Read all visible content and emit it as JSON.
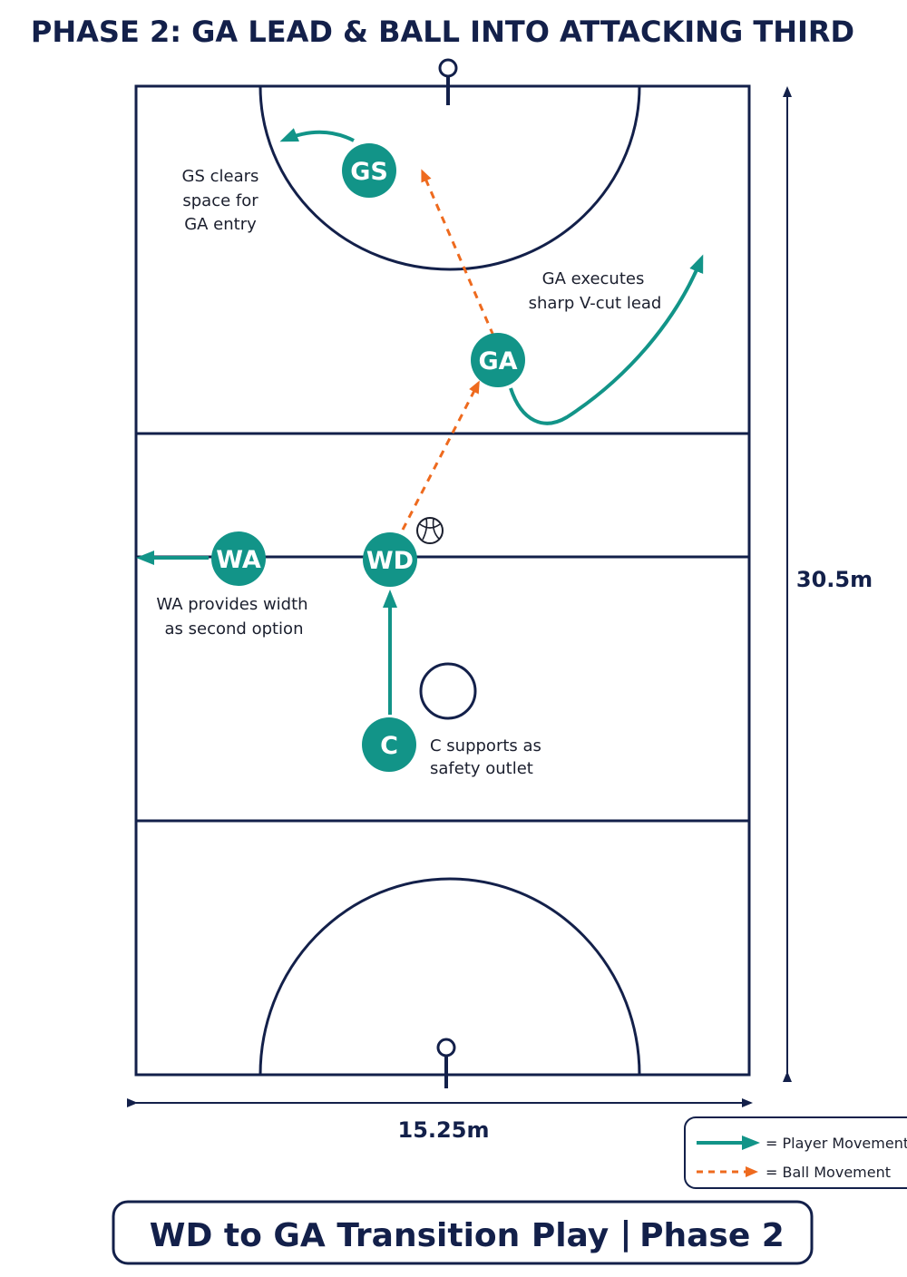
{
  "title": "PHASE 2: GA LEAD & BALL INTO ATTACKING THIRD",
  "colors": {
    "court_line": "#13204a",
    "player": "#129488",
    "player_movement": "#129488",
    "ball_movement": "#ee6a1e",
    "text": "#13204a"
  },
  "players": [
    {
      "id": "gs",
      "label": "GS"
    },
    {
      "id": "ga",
      "label": "GA"
    },
    {
      "id": "wa",
      "label": "WA"
    },
    {
      "id": "wd",
      "label": "WD"
    },
    {
      "id": "c",
      "label": "C"
    }
  ],
  "annotations": {
    "gs": [
      "GS clears",
      "space for",
      "GA entry"
    ],
    "ga": [
      "GA executes",
      "sharp V-cut lead"
    ],
    "wa": [
      "WA provides width",
      "as second option"
    ],
    "c": [
      "C supports as",
      "safety outlet"
    ]
  },
  "dimensions": {
    "length": "30.5m",
    "width": "15.25m"
  },
  "legend": {
    "player_movement": "= Player Movement",
    "ball_movement": "= Ball Movement"
  },
  "footer": {
    "left": "WD to GA Transition Play",
    "separator": "|",
    "right": "Phase 2"
  },
  "icons": {
    "ball": "netball-icon",
    "goal_post": "goal-post-icon"
  }
}
